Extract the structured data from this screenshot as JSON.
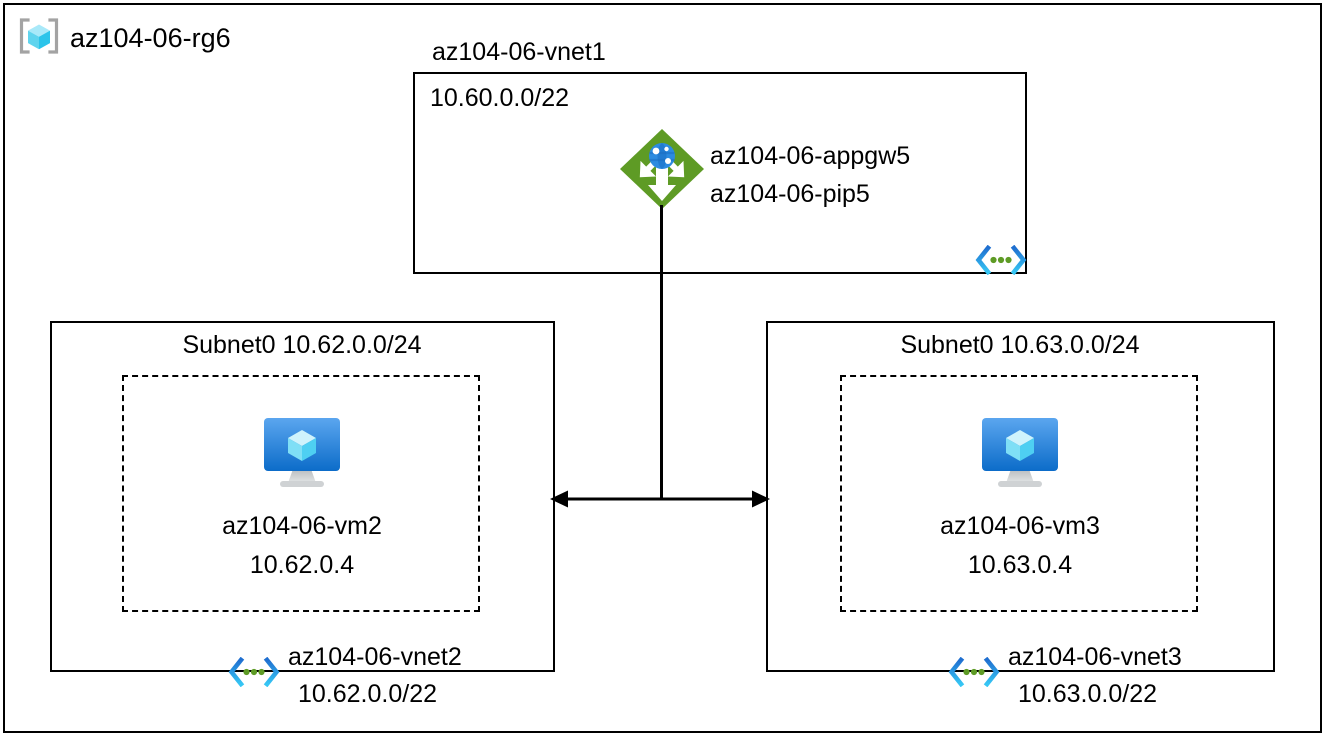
{
  "diagram": {
    "type": "azure-network-architecture",
    "resource_group": {
      "name": "az104-06-rg6",
      "icon": "resource-group-cube-icon"
    },
    "vnet1": {
      "title": "az104-06-vnet1",
      "address_space": "10.60.0.0/22",
      "vnet_icon": "virtual-network-icon",
      "appgw": {
        "icon": "application-gateway-icon",
        "name": "az104-06-appgw5",
        "public_ip": "az104-06-pip5"
      }
    },
    "vnet2": {
      "subnet_label": "Subnet0 10.62.0.0/24",
      "vm": {
        "icon": "virtual-machine-icon",
        "name": "az104-06-vm2",
        "private_ip": "10.62.0.4"
      },
      "vnet_icon": "virtual-network-icon",
      "name": "az104-06-vnet2",
      "address_space": "10.62.0.0/22"
    },
    "vnet3": {
      "subnet_label": "Subnet0 10.63.0.0/24",
      "vm": {
        "icon": "virtual-machine-icon",
        "name": "az104-06-vm3",
        "private_ip": "10.63.0.4"
      },
      "vnet_icon": "virtual-network-icon",
      "name": "az104-06-vnet3",
      "address_space": "10.63.0.0/22"
    },
    "connectors": {
      "appgw_down_line": "vertical-connector",
      "peering_arrow": "bidirectional-arrow"
    }
  },
  "colors": {
    "border": "#000000",
    "appgw_green": "#5E9B25",
    "globe_blue": "#0078D4",
    "vnet_chevron_dark": "#1F6FD0",
    "vnet_chevron_light": "#32BEEF",
    "vnet_dot_green": "#5E9B25",
    "vm_monitor_top": "#55A2EE",
    "vm_monitor_bottom": "#0E6FCB",
    "cube_cyan": "#9BE8FB",
    "rg_bracket_gray": "#A3A3A3",
    "background": "#FFFFFF"
  }
}
